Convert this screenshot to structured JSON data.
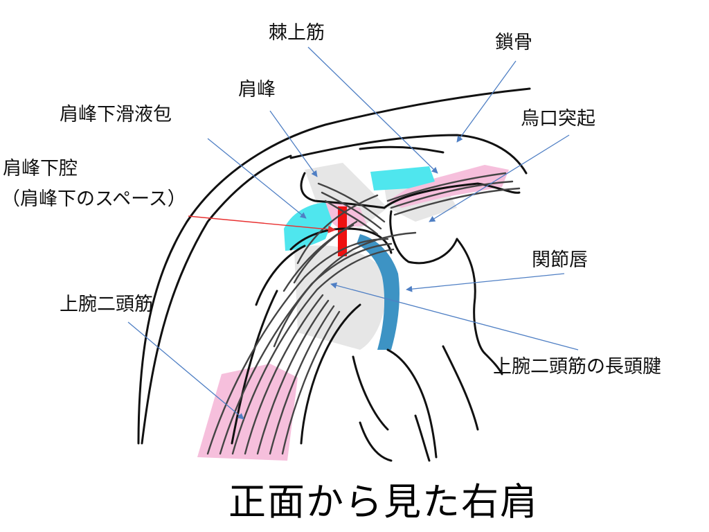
{
  "title": "正面から見た右肩",
  "labels": {
    "supraspinatus": "棘上筋",
    "clavicle": "鎖骨",
    "acromion": "肩峰",
    "subacromial_bursa": "肩峰下滑液包",
    "coracoid": "烏口突起",
    "subacromial_space_line1": "肩峰下腔",
    "subacromial_space_line2": "（肩峰下のスペース）",
    "labrum": "関節唇",
    "biceps": "上腕二頭筋",
    "biceps_long_head": "上腕二頭筋の長頭腱"
  },
  "colors": {
    "outline": "#111111",
    "muscle_pink": "#f6bfdc",
    "bursa_cyan": "#4fe6ee",
    "labrum_blue": "#3d93c4",
    "bone_gray": "#e6e6e6",
    "space_red": "#ee1111",
    "arrow_blue": "#4f7fc4",
    "arrow_red": "#e83030"
  }
}
